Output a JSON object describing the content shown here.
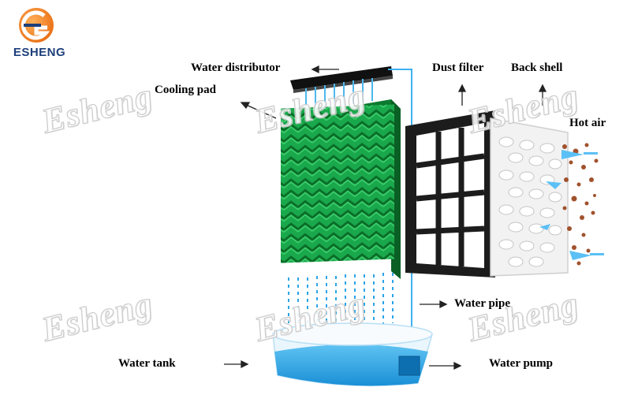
{
  "brand": {
    "name": "ESHENG",
    "watermark": "Esheng",
    "colors": {
      "orange": "#f07c1e",
      "navy": "#1d3f7a"
    }
  },
  "labels": {
    "water_distributor": "Water distributor",
    "cooling_pad": "Cooling pad",
    "dust_filter": "Dust filter",
    "back_shell": "Back shell",
    "hot_air": "Hot air",
    "water_pipe": "Water pipe",
    "water_tank": "Water tank",
    "water_pump": "Water pump"
  },
  "colors": {
    "pad_green": "#19a64a",
    "pad_dark": "#0b7a2f",
    "water_blue": "#2aa3e6",
    "pipe_blue": "#3fb0f0",
    "frame_black": "#222222",
    "dust_brown": "#a0522d"
  }
}
